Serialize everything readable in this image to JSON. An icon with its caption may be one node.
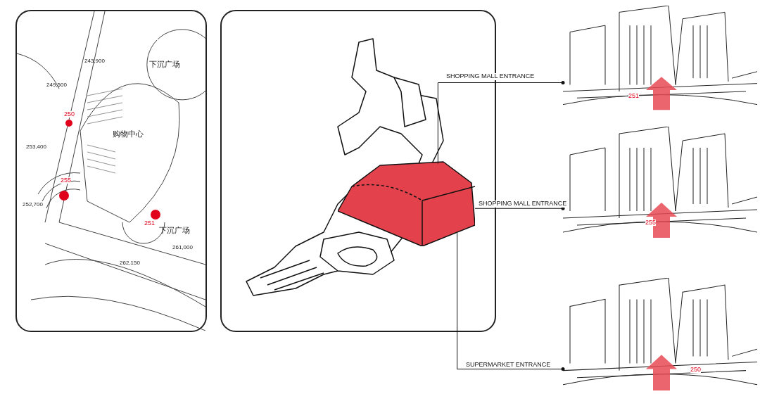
{
  "diagram": {
    "nodes": [
      {
        "text": [],
        "shape": "picture"
      },
      {
        "text": [],
        "shape": "picture"
      },
      {
        "text": [],
        "shape": "picture"
      },
      {
        "text": [],
        "shape": "picture"
      },
      {
        "text": [],
        "shape": "picture"
      }
    ],
    "edges": [
      {
        "from": 1,
        "to": 2,
        "arrow": "other",
        "label": "SHOPPING MALL ENTRANCE"
      },
      {
        "from": 1,
        "to": 3,
        "arrow": "other",
        "label": "SHOPPING MALL ENTRANCE"
      },
      {
        "from": 1,
        "to": 4,
        "arrow": "other",
        "label": "SUPERMARKET ENTRANCE"
      }
    ],
    "labels": [
      "243,900",
      "249,500",
      "250",
      "253,400",
      "购物中心",
      "下沉广场",
      "255",
      "252,700",
      "251",
      "下沉广场",
      "261,000",
      "262,150",
      "251",
      "255",
      "250"
    ]
  }
}
